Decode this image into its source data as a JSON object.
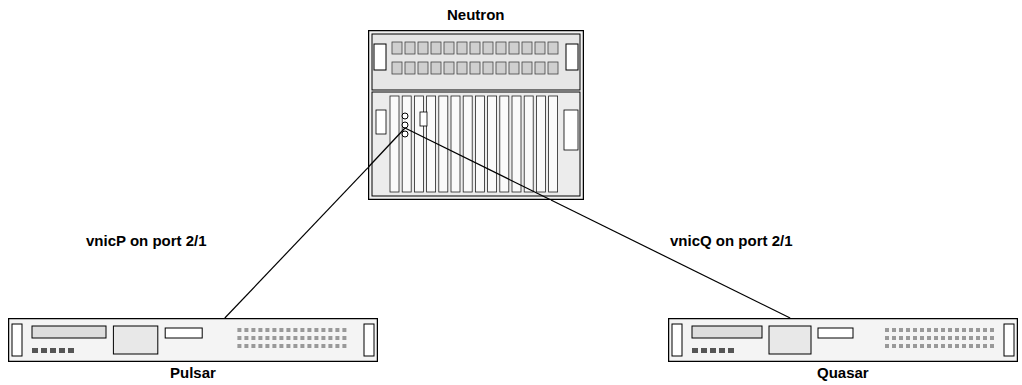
{
  "diagram": {
    "nodes": [
      {
        "text": [
          "Neutron"
        ]
      },
      {
        "text": [
          "Pulsar"
        ]
      },
      {
        "text": [
          "Quasar"
        ]
      }
    ],
    "edges": [
      {
        "from": 0,
        "to": 1,
        "arrow": "none",
        "label": "vnicP on port 2/1"
      },
      {
        "from": 0,
        "to": 2,
        "arrow": "none",
        "label": "vnicQ on port 2/1"
      }
    ]
  }
}
